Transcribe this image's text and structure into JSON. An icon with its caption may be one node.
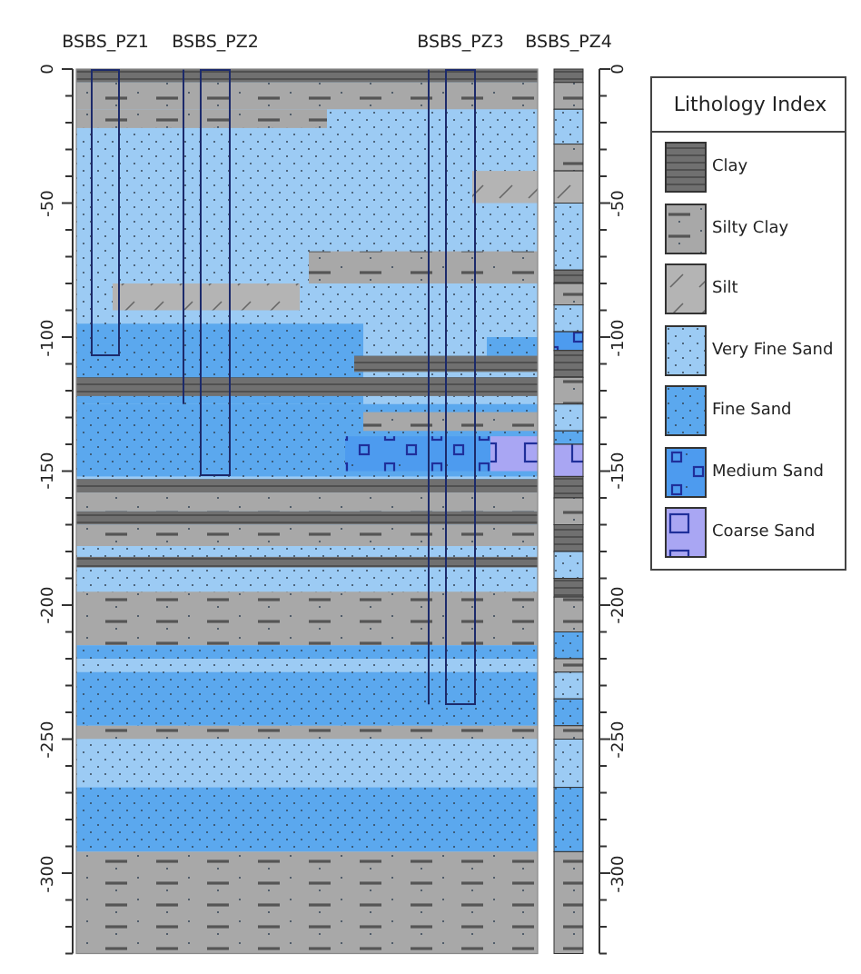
{
  "diagram": {
    "nodes": [
      {
        "text": [
          "BSBS_PZ1"
        ]
      },
      {
        "text": [
          "BSBS_PZ2"
        ]
      },
      {
        "text": [
          "BSBS_PZ3"
        ]
      },
      {
        "text": [
          "BSBS_PZ4"
        ]
      }
    ],
    "labels": [
      "0",
      "-50",
      "-100",
      "-150",
      "-200",
      "-250",
      "-300",
      "0",
      "-50",
      "-100",
      "-150",
      "-200",
      "-250",
      "-300",
      "Lithology Index"
    ],
    "legend": [
      {
        "text": "Clay",
        "color": "#707070"
      },
      {
        "text": "Silty Clay",
        "color": "#a8a8a8"
      },
      {
        "text": "Silt",
        "color": "#b4b4b4"
      },
      {
        "text": "Very Fine Sand",
        "color": "#9ccbf4"
      },
      {
        "text": "Fine Sand",
        "color": "#5ba8ee"
      },
      {
        "text": "Medium Sand",
        "color": "#4d9bef"
      },
      {
        "text": "Coarse Sand",
        "color": "#a9a6f3"
      }
    ]
  }
}
